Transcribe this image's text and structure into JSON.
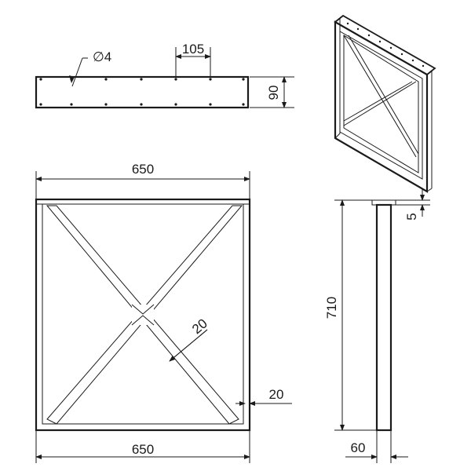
{
  "dimensions": {
    "hole_diameter": "∅4",
    "hole_spacing": "105",
    "plate_height": "90",
    "top_width": "650",
    "bottom_width": "650",
    "diagonal_width": "20",
    "frame_width": "20",
    "height": "710",
    "plate_thickness": "5",
    "depth": "60"
  }
}
